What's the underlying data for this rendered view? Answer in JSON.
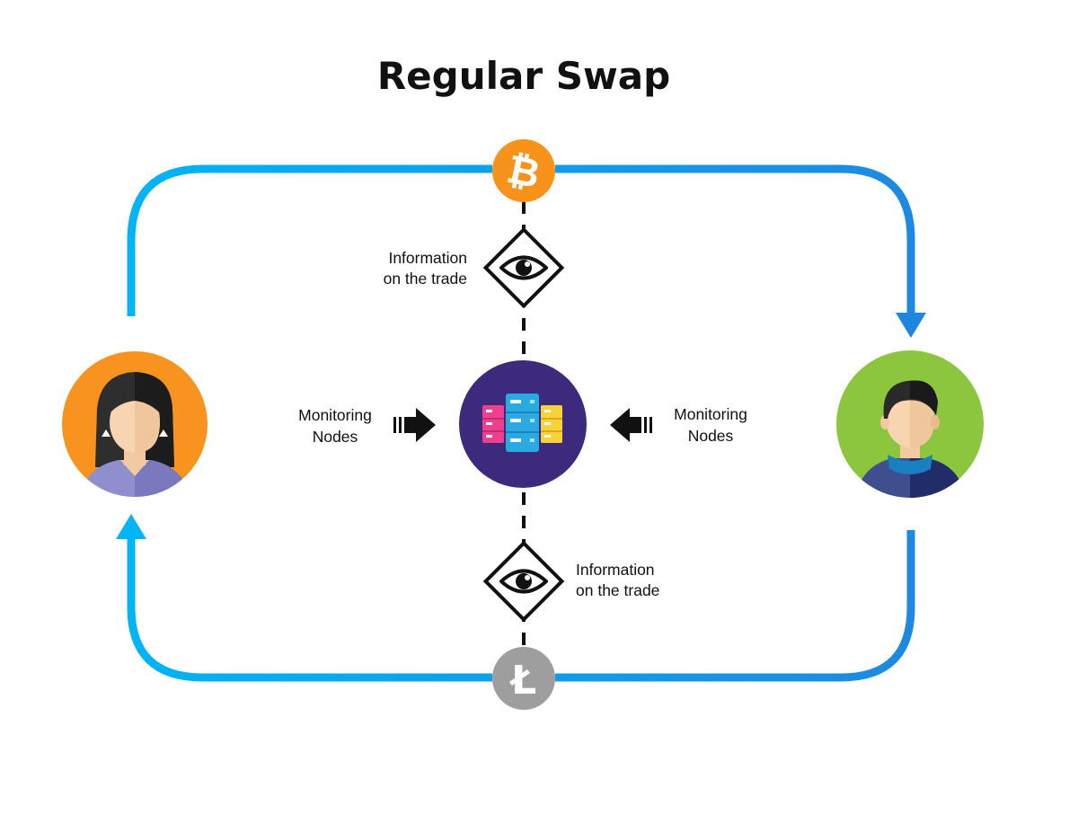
{
  "title": "Regular Swap",
  "labels": {
    "info_top_line1": "Information",
    "info_top_line2": "on the trade",
    "info_bottom_line1": "Information",
    "info_bottom_line2": "on the trade",
    "monitor_left_line1": "Monitoring",
    "monitor_left_line2": "Nodes",
    "monitor_right_line1": "Monitoring",
    "monitor_right_line2": "Nodes"
  },
  "coins": {
    "top_symbol": "₿",
    "bottom_symbol": "Ł"
  },
  "colors": {
    "flow_light": "#00b5f5",
    "flow_dark": "#1f86e0",
    "bitcoin": "#f7931a",
    "litecoin": "#9e9e9e",
    "woman_bg": "#f7931e",
    "man_bg": "#8cc63f",
    "server_bg": "#3d2a7d"
  }
}
